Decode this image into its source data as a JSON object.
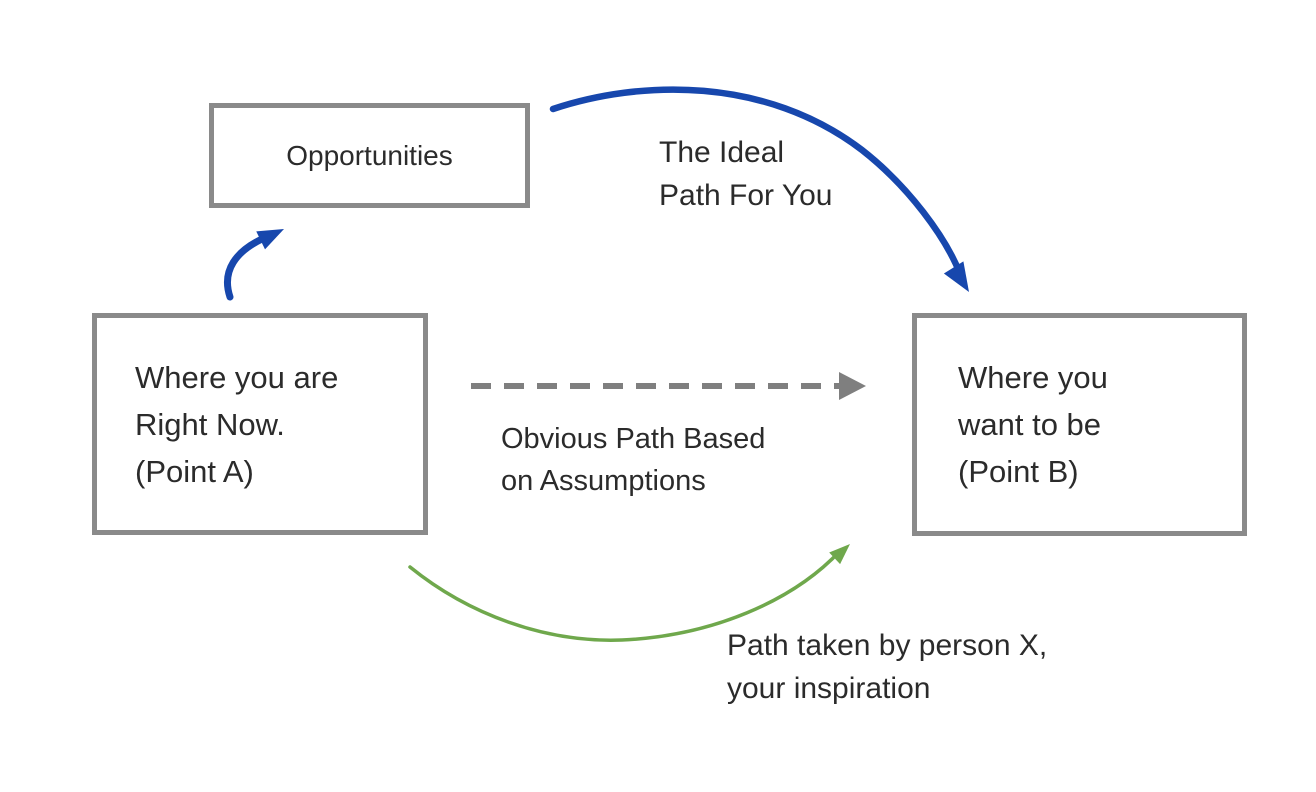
{
  "colors": {
    "background": "#ffffff",
    "box_border": "#8a8a8a",
    "text": "#2b2b2b",
    "ideal_blue": "#1747ad",
    "obvious_gray": "#7f7f7f",
    "inspiration_green": "#6fa84c"
  },
  "nodes": {
    "opportunities": {
      "label": "Opportunities"
    },
    "point_a": {
      "line1": "Where you are",
      "line2": "Right Now.",
      "line3": "(Point A)"
    },
    "point_b": {
      "line1": "Where you",
      "line2": "want to be",
      "line3": "(Point B)"
    }
  },
  "edges": {
    "ideal": {
      "line1": "The Ideal",
      "line2": "Path For You"
    },
    "obvious": {
      "line1": "Obvious Path Based",
      "line2": "on Assumptions"
    },
    "inspiration": {
      "line1": "Path taken by person X,",
      "line2": "your inspiration"
    }
  }
}
